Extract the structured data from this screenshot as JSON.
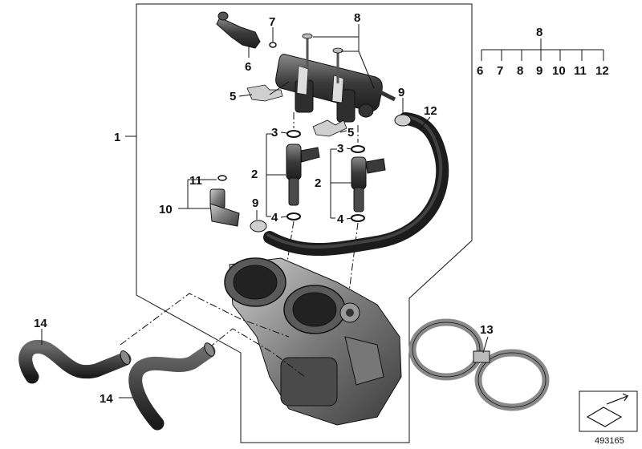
{
  "callouts": {
    "c1": "1",
    "c2a": "2",
    "c2b": "2",
    "c3a": "3",
    "c3b": "3",
    "c4a": "4",
    "c4b": "4",
    "c5a": "5",
    "c5b": "5",
    "c6": "6",
    "c7": "7",
    "c8": "8",
    "c9a": "9",
    "c9b": "9",
    "c10": "10",
    "c11": "11",
    "c12": "12",
    "c13": "13",
    "c14a": "14",
    "c14b": "14"
  },
  "legend": {
    "head": "8",
    "items": [
      "6",
      "7",
      "8",
      "9",
      "10",
      "11",
      "12"
    ]
  },
  "diagram_number": "493165",
  "colors": {
    "line": "#111111",
    "part_dark": "#3a3a3a",
    "part_mid": "#6e6e6e",
    "part_light": "#b5b5b5",
    "hose": "#2b2b2b",
    "clamp": "#9a9a9a"
  }
}
